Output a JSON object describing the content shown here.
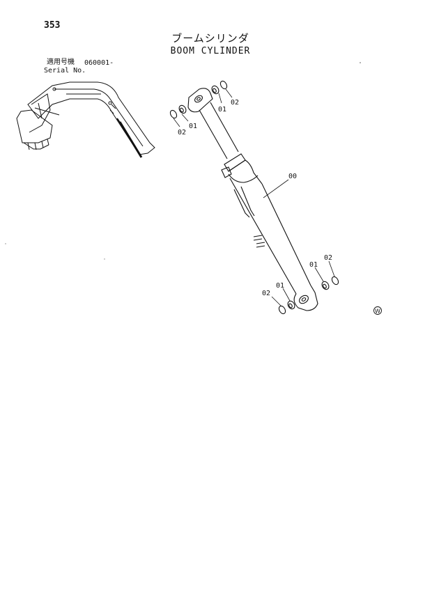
{
  "page": {
    "number": "353",
    "title_jp": "ブームシリンダ",
    "title_en": "BOOM CYLINDER"
  },
  "serial": {
    "label_jp": "適用号機",
    "value": "060001-",
    "label_en": "Serial No."
  },
  "callouts": {
    "cylinder": "00",
    "bushing": "01",
    "seal": "02"
  },
  "watermark": "W",
  "colors": {
    "ink": "#111111",
    "paper": "#ffffff"
  }
}
